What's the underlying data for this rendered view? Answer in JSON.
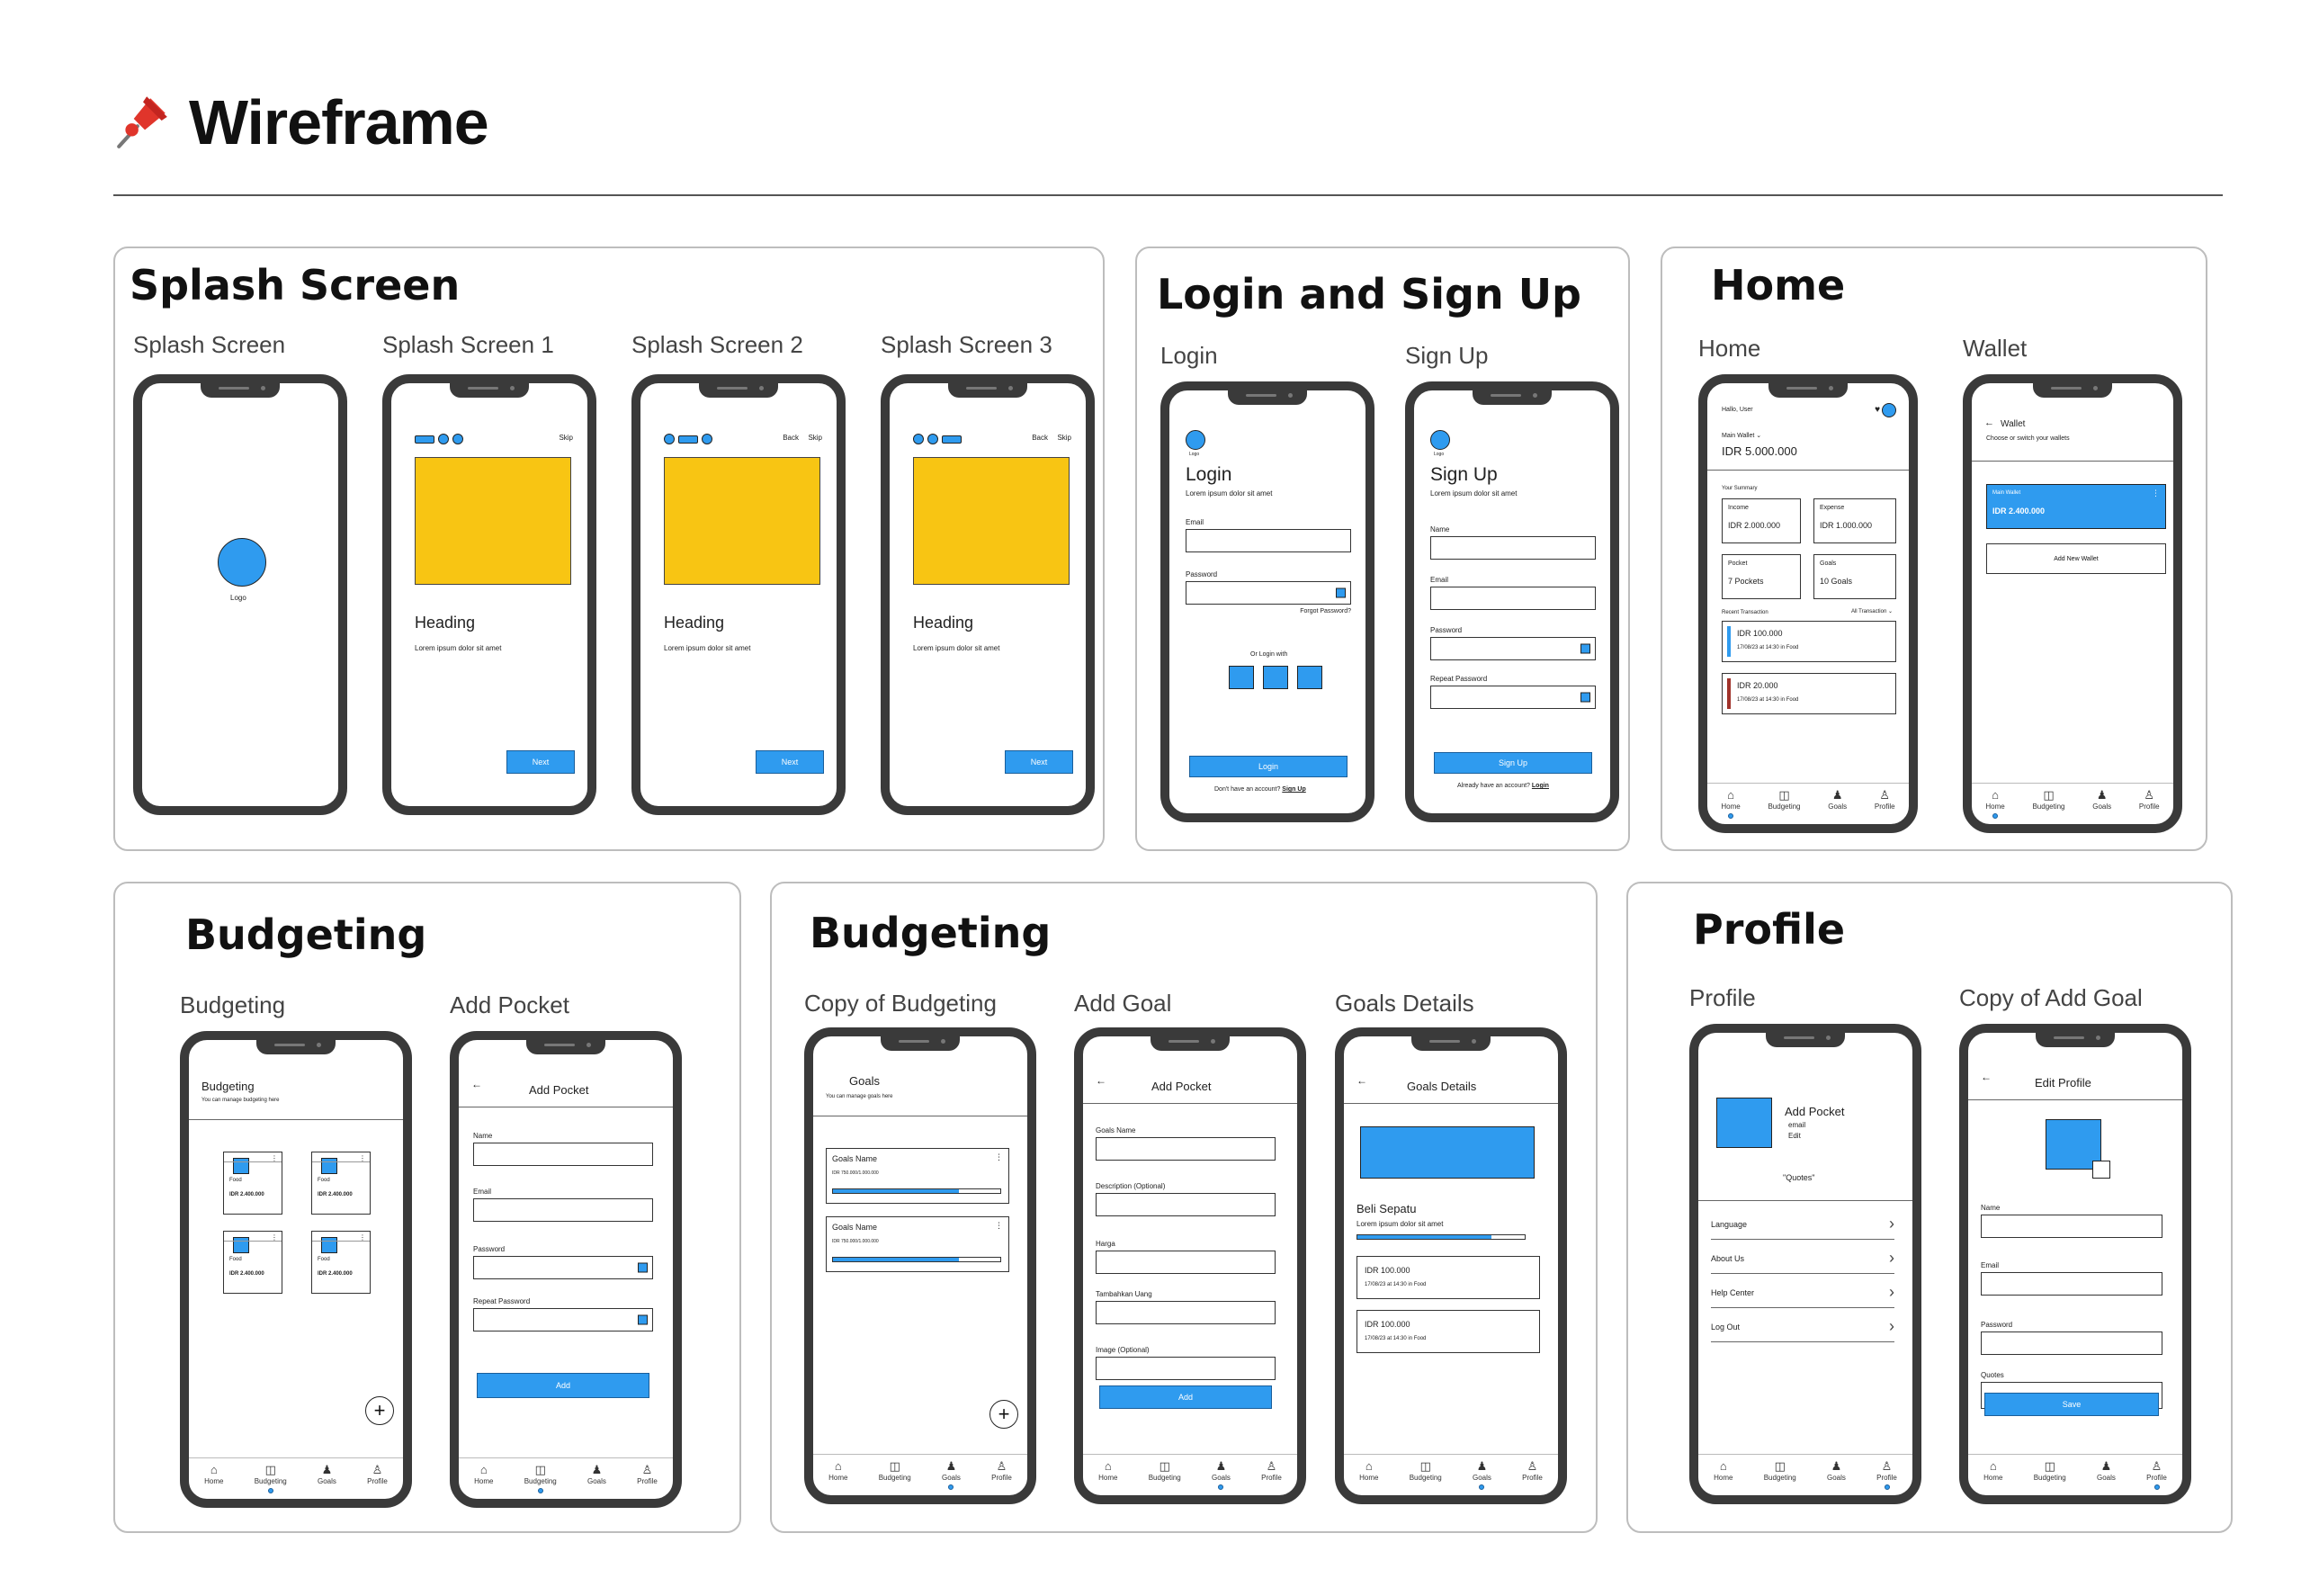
{
  "page_title": "Wireframe",
  "pin_icon": "pushpin-icon",
  "sections": {
    "splash": {
      "title": "Splash Screen",
      "frames": [
        "Splash Screen",
        "Splash Screen 1",
        "Splash Screen 2",
        "Splash Screen 3"
      ]
    },
    "auth": {
      "title": "Login and Sign Up",
      "frames": [
        "Login",
        "Sign Up"
      ]
    },
    "home": {
      "title": "Home",
      "frames": [
        "Home",
        "Wallet"
      ]
    },
    "budgeting1": {
      "title": "Budgeting",
      "frames": [
        "Budgeting",
        "Add Pocket"
      ]
    },
    "budgeting2": {
      "title": "Budgeting",
      "frames": [
        "Copy of Budgeting",
        "Add Goal",
        "Goals Details"
      ]
    },
    "profile": {
      "title": "Profile",
      "frames": [
        "Profile",
        "Copy of Add Goal"
      ]
    }
  },
  "splash": {
    "logo": "Logo",
    "skip": "Skip",
    "back": "Back",
    "heading": "Heading",
    "body": "Lorem ipsum dolor sit amet",
    "next": "Next"
  },
  "login": {
    "logo": "Logo",
    "title": "Login",
    "subtitle": "Lorem ipsum dolor sit amet",
    "email": "Email",
    "password": "Password",
    "forgot": "Forgot Password?",
    "or": "Or Login with",
    "button": "Login",
    "footer": "Don't have an account?",
    "footer_link": "Sign Up"
  },
  "signup": {
    "logo": "Logo",
    "title": "Sign Up",
    "subtitle": "Lorem ipsum dolor sit amet",
    "name": "Name",
    "email": "Email",
    "password": "Password",
    "repeat": "Repeat Password",
    "button": "Sign Up",
    "footer": "Already have an account?",
    "footer_link": "Login"
  },
  "home": {
    "greeting": "Hallo, User",
    "wallet_select": "Main Wallet",
    "balance": "IDR 5.000.000",
    "summary": "Your Summary",
    "income_label": "Income",
    "income": "IDR 2.000.000",
    "expense_label": "Expense",
    "expense": "IDR 1.000.000",
    "pocket_label": "Pocket",
    "pocket": "7 Pockets",
    "goals_label": "Goals",
    "goals": "10 Goals",
    "recent": "Recent Transaction",
    "filter": "All Transaction",
    "tx1": "IDR 100.000",
    "tx1_meta": "17/08/23 at 14:30 in Food",
    "tx2": "IDR 20.000",
    "tx2_meta": "17/08/23 at 14:30 in Food",
    "income_color": "#2f9bef",
    "expense_color": "#a0322a"
  },
  "wallet": {
    "title": "Wallet",
    "subtitle": "Choose or switch your wallets",
    "card_name": "Main Wallet",
    "card_value": "IDR 2.400.000",
    "add": "Add New Wallet"
  },
  "nav": {
    "home": "Home",
    "budgeting": "Budgeting",
    "goals": "Goals",
    "profile": "Profile"
  },
  "budgeting": {
    "title": "Budgeting",
    "subtitle": "You can manage budgeting here",
    "pockets": [
      {
        "name": "Food",
        "value": "IDR 2.400.000"
      },
      {
        "name": "Food",
        "value": "IDR 2.400.000"
      },
      {
        "name": "Food",
        "value": "IDR 2.400.000"
      },
      {
        "name": "Food",
        "value": "IDR 2.400.000"
      }
    ]
  },
  "add_pocket": {
    "title": "Add Pocket",
    "name": "Name",
    "email": "Email",
    "password": "Password",
    "repeat": "Repeat Password",
    "button": "Add"
  },
  "goals": {
    "title": "Goals",
    "subtitle": "You can manage goals here",
    "items": [
      {
        "name": "Goals Name",
        "meta": "IDR 750.000/1.000.000",
        "progress": 0.75
      },
      {
        "name": "Goals Name",
        "meta": "IDR 750.000/1.000.000",
        "progress": 0.75
      }
    ]
  },
  "add_goal": {
    "title": "Add Pocket",
    "goal_name": "Goals Name",
    "description": "Description (Optional)",
    "price": "Harga",
    "add_money": "Tambahkan Uang",
    "image": "Image (Optional)",
    "button": "Add"
  },
  "goal_details": {
    "title": "Goals Details",
    "name": "Beli Sepatu",
    "desc": "Lorem ipsum dolor sit amet",
    "progress": 0.8,
    "tx": [
      {
        "amount": "IDR 100.000",
        "meta": "17/08/23 at 14:30 in Food"
      },
      {
        "amount": "IDR 100.000",
        "meta": "17/08/23 at 14:30 in Food"
      }
    ]
  },
  "profile": {
    "name": "Add Pocket",
    "email": "email",
    "edit": "Edit",
    "quotes": "\"Quotes\"",
    "menu": [
      "Language",
      "About Us",
      "Help Center",
      "Log Out"
    ]
  },
  "edit_profile": {
    "title": "Edit Profile",
    "name": "Name",
    "email": "Email",
    "password": "Password",
    "quotes": "Quotes",
    "button": "Save"
  }
}
